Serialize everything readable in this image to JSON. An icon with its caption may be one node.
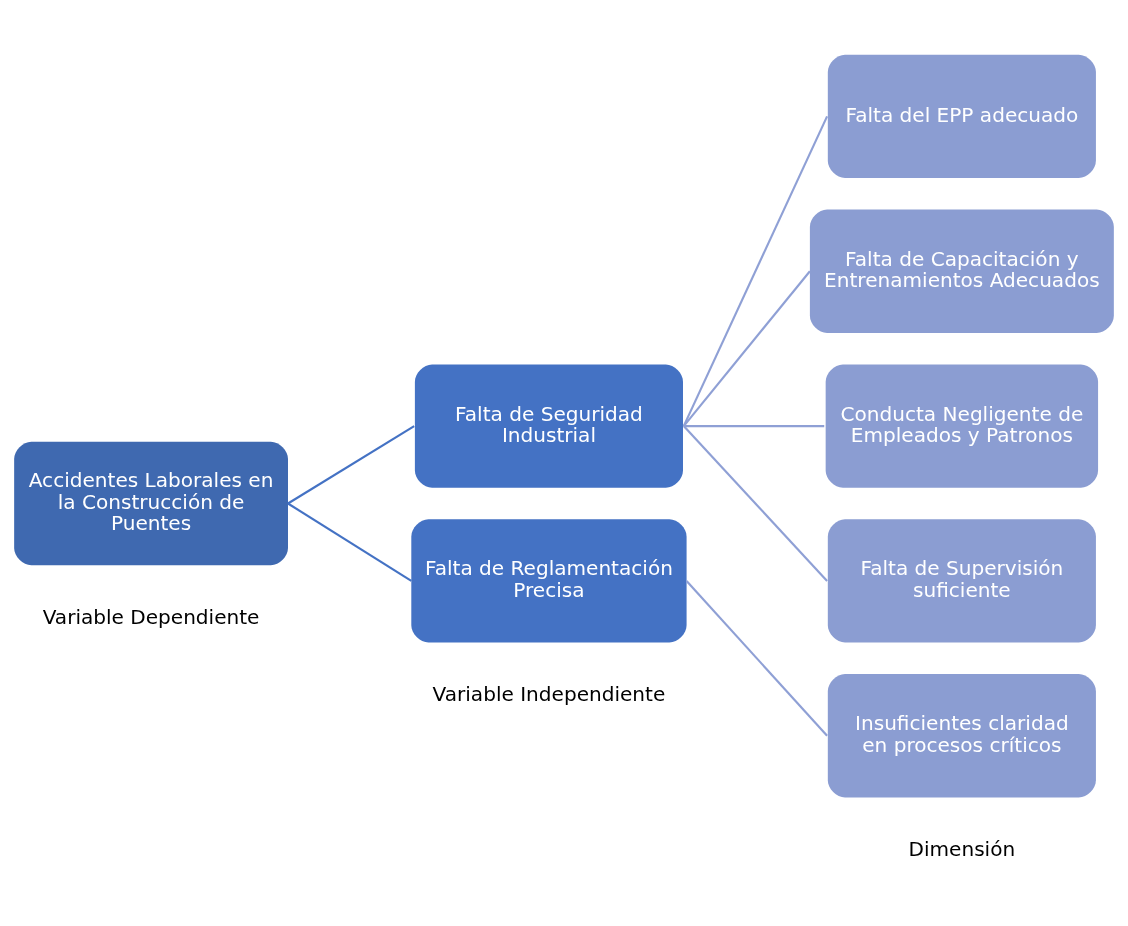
{
  "diagram": {
    "nodes": [
      {
        "text": [
          "Accidentes Laborales en la Construcción de Puentes"
        ]
      },
      {
        "text": [
          "Falta de Seguridad Industrial"
        ]
      },
      {
        "text": [
          "Falta de Reglamentación Precisa"
        ]
      },
      {
        "text": [
          "Falta del EPP adecuado"
        ]
      },
      {
        "text": [
          "Falta de Capacitación y Entrenamientos Adecuados"
        ]
      },
      {
        "text": [
          "Conducta Negligente de Empleados y Patronos"
        ]
      },
      {
        "text": [
          "Falta de Supervisión suficiente"
        ]
      },
      {
        "text": [
          "Insuficientes claridad en procesos críticos"
        ]
      }
    ],
    "edges": [
      {
        "from": 0,
        "to": 1,
        "arrow": "none",
        "color": "#4472c4"
      },
      {
        "from": 0,
        "to": 2,
        "arrow": "none",
        "color": "#4472c4"
      },
      {
        "from": 1,
        "to": 3,
        "arrow": "none"
      },
      {
        "from": 1,
        "to": 4,
        "arrow": "none"
      },
      {
        "from": 1,
        "to": 5,
        "arrow": "none"
      },
      {
        "from": 1,
        "to": 6,
        "arrow": "none"
      },
      {
        "from": 2,
        "to": 7,
        "arrow": "none"
      }
    ],
    "labels": [
      "Variable Dependiente",
      "Variable Independiente",
      "Dimensión"
    ]
  }
}
